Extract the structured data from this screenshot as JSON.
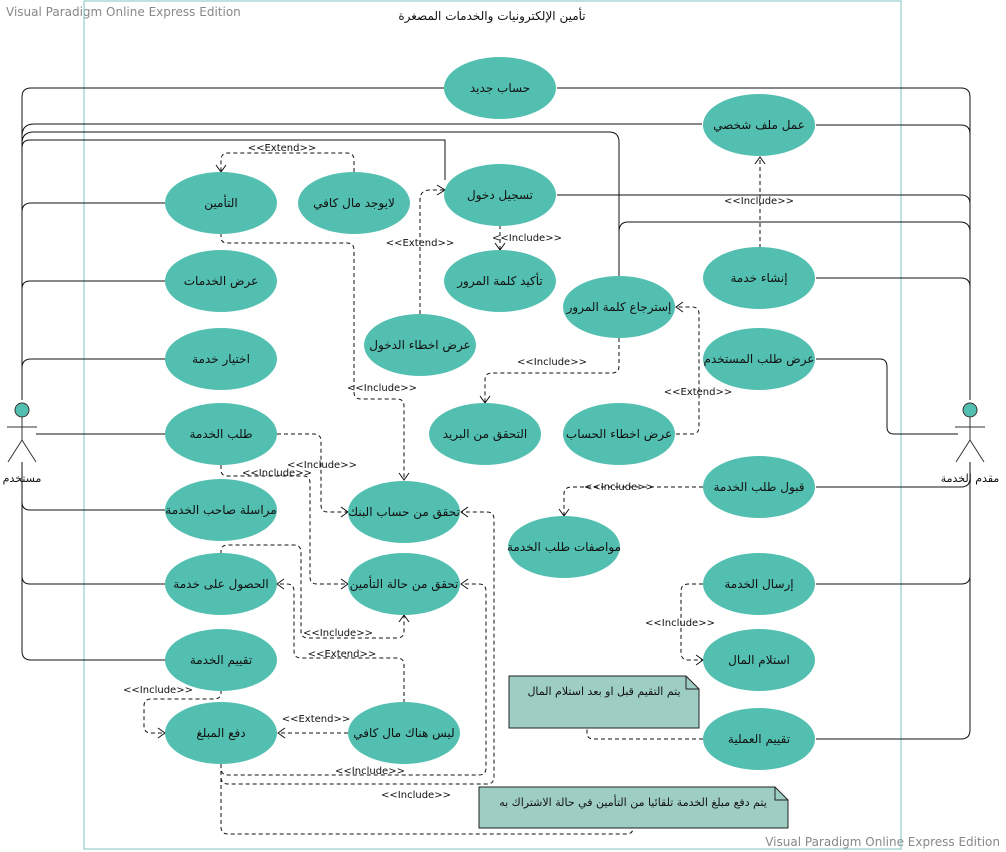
{
  "watermark_top": "Visual Paradigm Online Express Edition",
  "watermark_bottom": "Visual Paradigm Online Express Edition",
  "system_title": "تأمين الإلكترونيات والخدمات المصغرة",
  "actors": {
    "left": "مستخدم",
    "right": "مقدم الخدمة"
  },
  "use_cases": {
    "new_account": "حساب جديد",
    "profile": "عمل ملف شخصي",
    "login": "تسجيل دخول",
    "insurance": "التأمين",
    "no_money": "لايوجد مال كافي",
    "confirm_password": "تأكيد كلمة المرور",
    "show_services": "عرض الخدمات",
    "create_service": "إنشاء خدمة",
    "recover_password": "إسترجاع كلمة المرور",
    "login_errors": "عرض اخطاء الدخول",
    "choose_service": "اختيار خدمة",
    "show_user_request": "عرض طلب المستخدم",
    "verify_email": "التحقق من البريد",
    "account_errors": "عرض اخطاء الحساب",
    "request_service": "طلب الخدمة",
    "accept_request": "قبول طلب الخدمة",
    "verify_bank": "تحقق من حساب البنك",
    "message_owner": "مراسلة صاحب الخدمة",
    "request_specs": "مواصفات طلب الخدمة",
    "get_service": "الحصول على خدمة",
    "verify_insurance": "تحقق من حالة التأمين",
    "send_service": "إرسال الخدمة",
    "rate_service": "تقييم الخدمة",
    "receive_money": "استلام المال",
    "pay_amount": "دفع المبلغ",
    "not_enough_money": "ليس هناك مال كافي",
    "rate_operation": "تقييم العملية"
  },
  "stereotypes": {
    "include": "<<Include>>",
    "extend": "<<Extend>>"
  },
  "notes": {
    "rating_note": "يتم التقيم قبل او بعد استلام المال",
    "payment_note": "يتم دفع مبلغ الخدمة تلقائيا من التأمين في حالة الاشتراك به"
  },
  "colors": {
    "use_case_fill": "#52bfb0",
    "note_fill": "#9ecdc3",
    "system_border": "#7fc4c2",
    "actor_head": "#52bfb0"
  }
}
